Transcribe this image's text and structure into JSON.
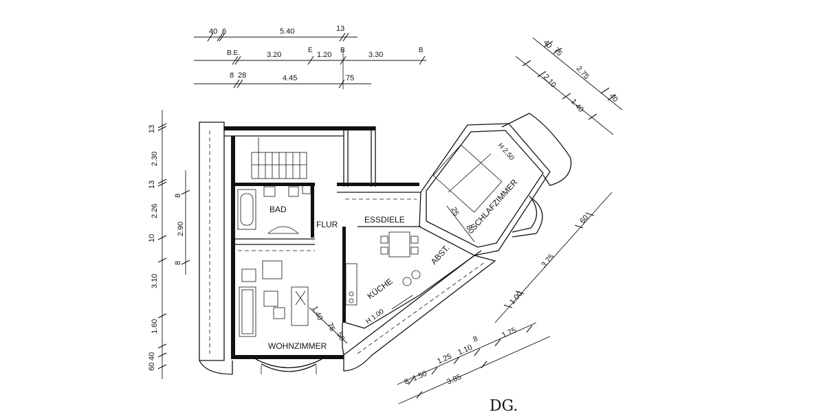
{
  "plan_title": "DG.",
  "rooms": {
    "bad": "BAD",
    "flur": "FLUR",
    "essdiele": "ESSDIELE",
    "kueche": "KÜCHE",
    "abst": "ABST.",
    "wohnzimmer": "WOHNZIMMER",
    "schlafzimmer": "SCHLAFZIMMER"
  },
  "marks": {
    "h250": "H 2.50",
    "h100": "H 1.00",
    "be": "B.E.",
    "e": "E",
    "b1": "B",
    "b2": "B"
  },
  "top_dims": {
    "row1": [
      "40",
      "6",
      "5.40",
      "13"
    ],
    "row2": [
      "3.20",
      "1.20",
      "3.30"
    ],
    "row3": [
      "8",
      "28",
      "4.45",
      "75"
    ]
  },
  "left_dims": [
    "13",
    "2.30",
    "13",
    "2.26",
    "10",
    "3.10",
    "1.60",
    "40",
    "60"
  ],
  "left_inner_dims": [
    "8",
    "2.90",
    "8"
  ],
  "interior_dims": [
    "1.40",
    "75",
    "50",
    "25",
    "80"
  ],
  "right_dims_top": [
    "40",
    "75",
    "2.75",
    "2.10",
    "1.40",
    "40"
  ],
  "right_dims_side": [
    "60",
    "3.75",
    "1.00"
  ],
  "bottom_dims_row1": [
    "8",
    "1.50",
    "1.25",
    "1.10",
    "8",
    "1.75"
  ],
  "bottom_dims_row2": [
    "3.85"
  ]
}
